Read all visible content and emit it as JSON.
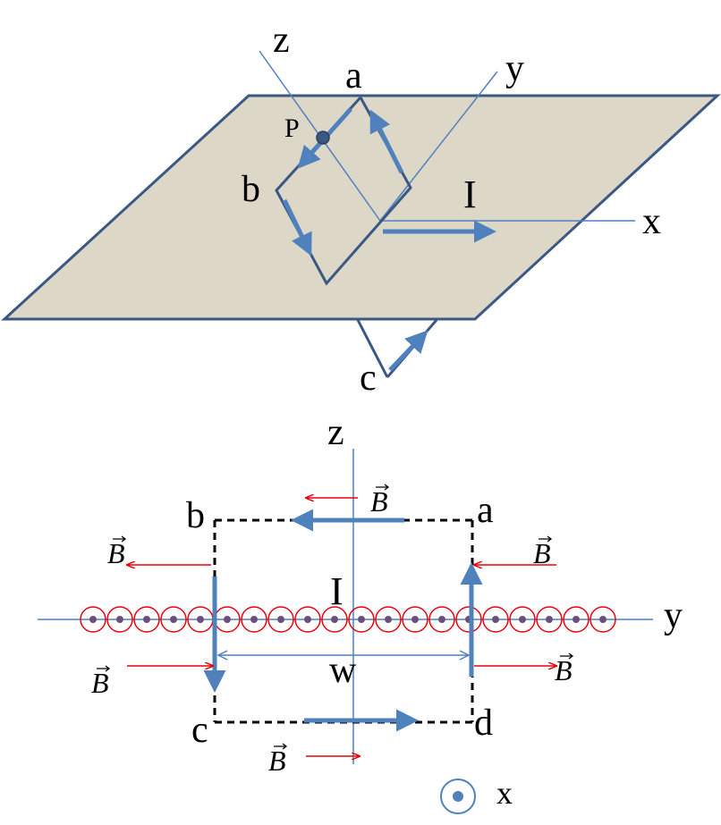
{
  "colors": {
    "plane_fill": "#DCD7C7",
    "plane_stroke": "#3B5884",
    "loop_blue": "#4F81BD",
    "axis_blue": "#4F81BD",
    "field_red": "#E8000B",
    "wire_dot": "#6C4E7E",
    "dashed": "#000000"
  },
  "top_figure": {
    "axis_labels": {
      "x": "x",
      "y": "y",
      "z": "z"
    },
    "corner_labels": {
      "a": "a",
      "b": "b",
      "c": "c"
    },
    "point_label": "P",
    "current_label": "I"
  },
  "bottom_figure": {
    "axis_labels": {
      "z": "z",
      "y": "y"
    },
    "corner_labels": {
      "a": "a",
      "b": "b",
      "c": "c",
      "d": "d"
    },
    "current_label": "I",
    "width_label": "w",
    "field_symbol": "B",
    "wire_count": 20
  },
  "legend": {
    "label": "x",
    "icon": "out-of-page-dot-icon"
  }
}
